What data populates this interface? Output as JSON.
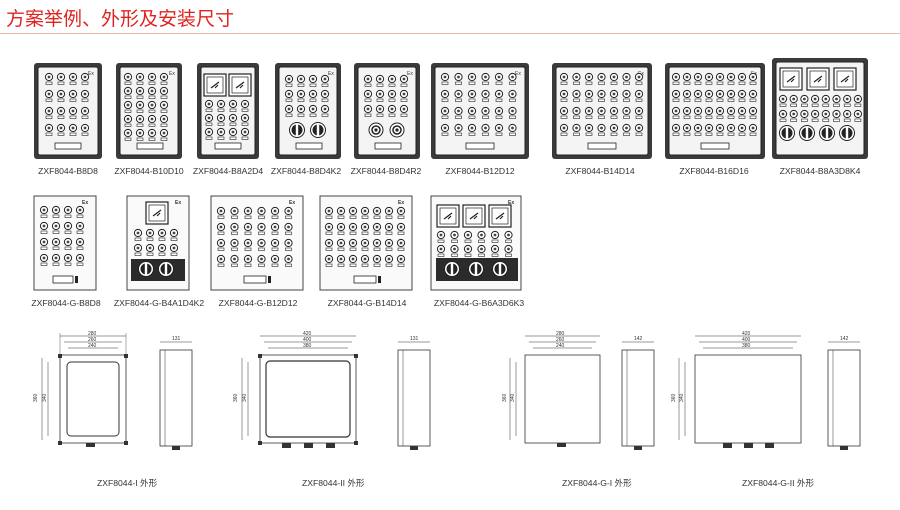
{
  "title": "方案举例、外形及安装尺寸",
  "models_row1": [
    "ZXF8044-B8D8",
    "ZXF8044-B10D10",
    "ZXF8044-B8A2D4",
    "ZXF8044-B8D4K2",
    "ZXF8044-B8D4R2",
    "ZXF8044-B12D12",
    "ZXF8044-B14D14",
    "ZXF8044-B16D16",
    "ZXF8044-B8A3D8K4"
  ],
  "models_row2": [
    "ZXF8044-G-B8D8",
    "ZXF8044-G-B4A1D4K2",
    "ZXF8044-G-B12D12",
    "ZXF8044-G-B14D14",
    "ZXF8044-G-B6A3D6K3"
  ],
  "outlines": [
    "ZXF8044-I 外形",
    "ZXF8044-II 外形",
    "ZXF8044-G-I 外形",
    "ZXF8044-G-II 外形"
  ],
  "ex_mark": "Ex",
  "dims": {
    "i": {
      "w1": "280",
      "w2": "260",
      "w3": "240",
      "h1": "360",
      "h2": "340",
      "d": "131"
    },
    "ii": {
      "w1": "420",
      "w2": "400",
      "w3": "380",
      "h1": "360",
      "h2": "340",
      "d": "131"
    },
    "gi": {
      "w1": "280",
      "w2": "260",
      "w3": "240",
      "h1": "360",
      "h2": "340",
      "d": "142"
    },
    "gii": {
      "w1": "420",
      "w2": "400",
      "w3": "380",
      "h1": "360",
      "h2": "340",
      "d": "142"
    }
  },
  "colors": {
    "title": "#e0231f",
    "line": "#333333",
    "panel_dark": "#2b2b2b"
  }
}
